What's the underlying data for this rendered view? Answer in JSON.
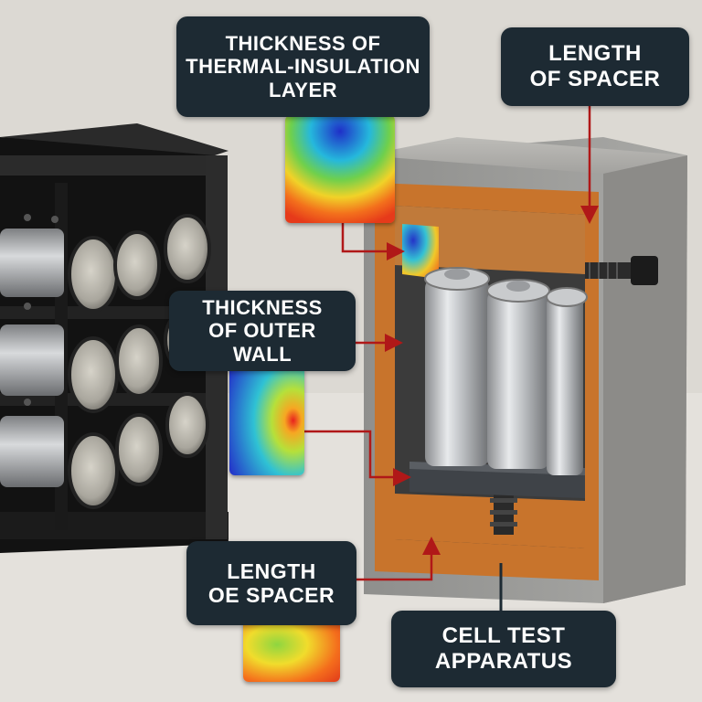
{
  "callouts": {
    "insulation": {
      "line1": "THICKNESS OF",
      "line2": "THERMAL-INSULATION",
      "line3": "LAYER"
    },
    "spacer_top": {
      "line1": "LENGTH",
      "line2": "OF SPACER"
    },
    "outer_wall": {
      "line1": "THICKNESS",
      "line2": "OF OUTER WALL"
    },
    "spacer_bottom": {
      "line1": "LENGTH",
      "line2": "OE SPACER"
    },
    "apparatus": {
      "line1": "CELL TEST",
      "line2": "APPARATUS"
    }
  },
  "colors": {
    "callout_bg": "#1d2a33",
    "leader_line": "#b01818",
    "insulation": "#c8742c",
    "housing": "#9a9a98",
    "module_frame": "#1c1c1c"
  },
  "icons": [
    "battery-module-icon",
    "battery-cell-icon",
    "bolt-icon"
  ]
}
